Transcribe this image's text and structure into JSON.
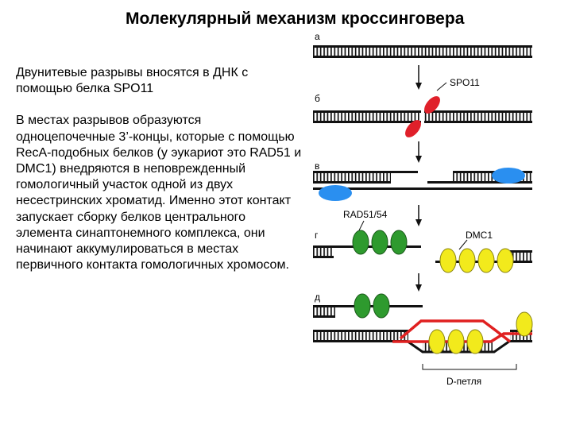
{
  "title": "Молекулярный механизм кроссинговера",
  "paragraph1": "Двунитевые разрывы вносятся в ДНК с помощью белка SPO11",
  "paragraph2": "В местах разрывов образуются одноцепочечные 3’-концы, которые с помощью RecA-подобных белков (у эукариот это RAD51 и DMC1) внедряются в неповрежденный гомологичный участок одной из двух несестринских хроматид. Именно этот контакт запускает сборку белков центрального элемента синаптонемного комплекса, они начинают аккумулироваться в местах первичного контакта гомологичных хромосом.",
  "figure": {
    "stage_labels": [
      "а",
      "б",
      "в",
      "г",
      "д"
    ],
    "protein_labels": {
      "spo11": "SPO11",
      "rad51": "RAD51/54",
      "dmc1": "DMC1"
    },
    "d_loop_label": "D-петля",
    "colors": {
      "spo11": "#e0202a",
      "rad51": "#2e9a2e",
      "dmc1": "#f2ea1c",
      "blue_protein": "#2a8ff0",
      "invading_strand": "#e02020",
      "dna": "#111111"
    }
  }
}
